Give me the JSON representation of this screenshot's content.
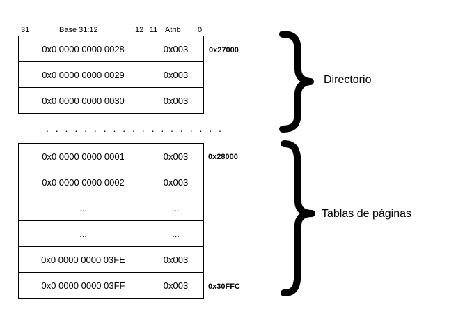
{
  "header": {
    "bit31": "31",
    "base_label": "Base 31:12",
    "bit12": "12",
    "bit11": "11",
    "attr_label": "Atrib",
    "bit0": "0"
  },
  "directory_rows": [
    {
      "base": "0x0 0000 0000 0028",
      "attr": "0x003"
    },
    {
      "base": "0x0 0000 0000 0029",
      "attr": "0x003"
    },
    {
      "base": "0x0 0000 0000 0030",
      "attr": "0x003"
    }
  ],
  "ellipsis": ". . . . . . . . . . . . . . . . . . .",
  "page_table_rows": [
    {
      "base": "0x0 0000 0000 0001",
      "attr": "0x003"
    },
    {
      "base": "0x0 0000 0000 0002",
      "attr": "0x003"
    },
    {
      "base": "...",
      "attr": "..."
    },
    {
      "base": "...",
      "attr": "..."
    },
    {
      "base": "0x0 0000 0000 03FE",
      "attr": "0x003"
    },
    {
      "base": "0x0 0000 0000 03FF",
      "attr": "0x003"
    }
  ],
  "addresses": {
    "directory_start": "0x27000",
    "tables_start": "0x28000",
    "tables_end": "0x30FFC"
  },
  "labels": {
    "directory": "Directorio",
    "page_tables": "Tablas de páginas"
  }
}
